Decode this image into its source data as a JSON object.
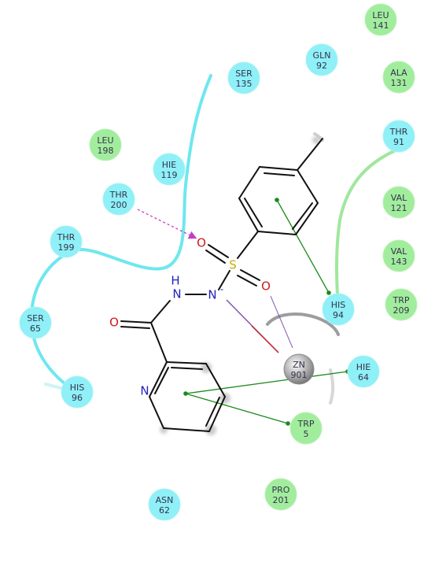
{
  "colors": {
    "polar": "#8ff0f7",
    "hydrophobic": "#a2ed9d",
    "metal": "#a5a5a5",
    "backbone_polar": "#6de6ee",
    "backbone_hydrophobic": "#9be69a",
    "pi_stack": "#1b8a1b",
    "hbond": "#c43cc4",
    "metal_bond": "#7a4fa8",
    "bond": "#111111",
    "oxygen": "#d01818",
    "nitrogen": "#2020c0",
    "sulfur": "#c2b000"
  },
  "residues": [
    {
      "id": "leu141",
      "name": "LEU",
      "num": "141",
      "type": "hydrophobic"
    },
    {
      "id": "gln92",
      "name": "GLN",
      "num": "92",
      "type": "polar"
    },
    {
      "id": "ala131",
      "name": "ALA",
      "num": "131",
      "type": "hydrophobic"
    },
    {
      "id": "ser135",
      "name": "SER",
      "num": "135",
      "type": "polar"
    },
    {
      "id": "thr91",
      "name": "THR",
      "num": "91",
      "type": "polar"
    },
    {
      "id": "leu198",
      "name": "LEU",
      "num": "198",
      "type": "hydrophobic"
    },
    {
      "id": "hie119",
      "name": "HIE",
      "num": "119",
      "type": "polar"
    },
    {
      "id": "thr200",
      "name": "THR",
      "num": "200",
      "type": "polar"
    },
    {
      "id": "val121",
      "name": "VAL",
      "num": "121",
      "type": "hydrophobic"
    },
    {
      "id": "thr199",
      "name": "THR",
      "num": "199",
      "type": "polar"
    },
    {
      "id": "val143",
      "name": "VAL",
      "num": "143",
      "type": "hydrophobic"
    },
    {
      "id": "his94",
      "name": "HIS",
      "num": "94",
      "type": "polar"
    },
    {
      "id": "trp209",
      "name": "TRP",
      "num": "209",
      "type": "hydrophobic"
    },
    {
      "id": "ser65",
      "name": "SER",
      "num": "65",
      "type": "polar"
    },
    {
      "id": "zn901",
      "name": "ZN",
      "num": "901",
      "type": "metal"
    },
    {
      "id": "hie64",
      "name": "HIE",
      "num": "64",
      "type": "polar"
    },
    {
      "id": "his96",
      "name": "HIS",
      "num": "96",
      "type": "polar"
    },
    {
      "id": "trp5",
      "name": "TRP",
      "num": "5",
      "type": "hydrophobic"
    },
    {
      "id": "asn62",
      "name": "ASN",
      "num": "62",
      "type": "polar"
    },
    {
      "id": "pro201",
      "name": "PRO",
      "num": "201",
      "type": "hydrophobic"
    }
  ],
  "atoms": {
    "o_sulfonyl_top": "O",
    "o_sulfonyl_right": "O",
    "sulfur": "S",
    "nh_n": "N",
    "nh_h": "H",
    "n_minus": "N",
    "o_carbonyl": "O",
    "n_pyridine": "N",
    "charge_minus": "-"
  }
}
